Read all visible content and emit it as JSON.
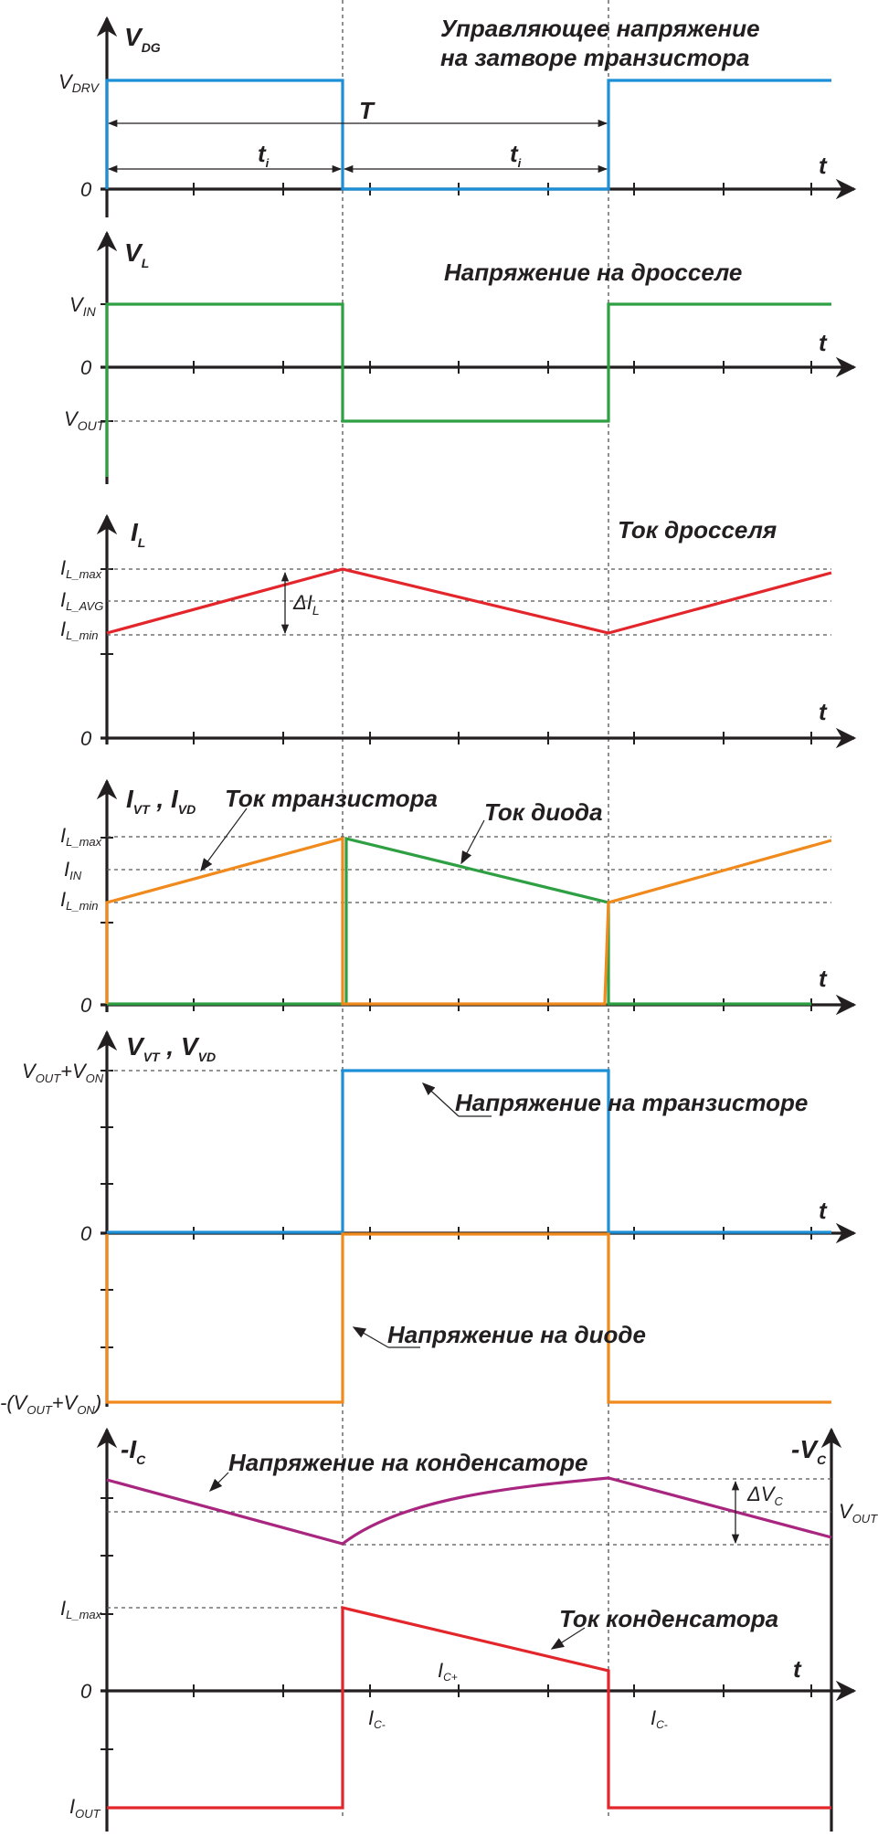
{
  "colors": {
    "drive": "#1c8fd7",
    "inductor_voltage": "#2ea043",
    "inductor_current": "#e3262b",
    "transistor": "#f08a1c",
    "diode": "#2ea043",
    "capacitor_voltage": "#a8267f",
    "capacitor_current": "#e3262b"
  },
  "panel1": {
    "title_line1": "Управляющее напряжение",
    "title_line2": "на затворе транзистора",
    "axis_main": "V",
    "axis_sub": "DG",
    "level_top_main": "V",
    "level_top_sub": "DRV",
    "level_zero": "0",
    "t": "t",
    "period": "T",
    "ti_main": "t",
    "ti_sub": "i"
  },
  "panel2": {
    "title": "Напряжение на дросселе",
    "axis_main": "V",
    "axis_sub": "L",
    "level_in_main": "V",
    "level_in_sub": "IN",
    "level_zero": "0",
    "level_out_main": "V",
    "level_out_sub": "OUT",
    "t": "t"
  },
  "panel3": {
    "title": "Ток дросселя",
    "axis_main": "I",
    "axis_sub": "L",
    "level_max_main": "I",
    "level_max_sub": "L_max",
    "level_avg_main": "I",
    "level_avg_sub": "L_AVG",
    "level_min_main": "I",
    "level_min_sub": "L_min",
    "level_zero": "0",
    "delta_main": "ΔI",
    "delta_sub": "L",
    "t": "t"
  },
  "panel4": {
    "axis_a_main": "I",
    "axis_a_sub": "VT",
    "axis_sep": " , ",
    "axis_b_main": "I",
    "axis_b_sub": "VD",
    "label_transistor": "Ток транзистора",
    "label_diode": "Ток диода",
    "level_max_main": "I",
    "level_max_sub": "L_max",
    "level_in_main": "I",
    "level_in_sub": "IN",
    "level_min_main": "I",
    "level_min_sub": "L_min",
    "level_zero": "0",
    "t": "t"
  },
  "panel5": {
    "axis_a_main": "V",
    "axis_a_sub": "VT",
    "axis_sep": " , ",
    "axis_b_main": "V",
    "axis_b_sub": "VD",
    "level_top_a": "V",
    "level_top_a_sub": "OUT",
    "level_top_b": "+V",
    "level_top_b_sub": "ON",
    "level_zero": "0",
    "level_bot_open": "-(V",
    "level_bot_a_sub": "OUT",
    "level_bot_mid": "+V",
    "level_bot_b_sub": "ON",
    "level_bot_close": ")",
    "label_transistor": "Напряжение на транзисторе",
    "label_diode": "Напряжение на диоде",
    "t": "t"
  },
  "panel6": {
    "axis_left_main": "-I",
    "axis_left_sub": "C",
    "axis_right_main": "-V",
    "axis_right_sub": "C",
    "label_voltage": "Напряжение на конденсаторе",
    "label_current": "Ток конденсатора",
    "delta_main": "ΔV",
    "delta_sub": "C",
    "vout_main": "V",
    "vout_sub": "OUT",
    "level_max_main": "I",
    "level_max_sub": "L_max",
    "level_zero": "0",
    "level_out_main": "I",
    "level_out_sub": "OUT",
    "ic_plus_main": "I",
    "ic_plus_sub": "C+",
    "ic_minus_main": "I",
    "ic_minus_sub": "C-",
    "t": "t"
  }
}
